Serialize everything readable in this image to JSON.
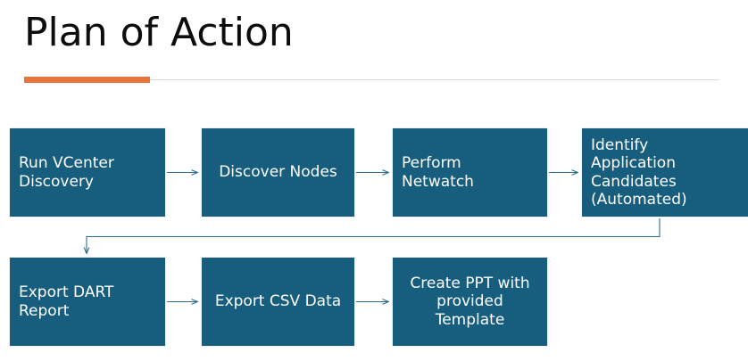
{
  "slide": {
    "title": "Plan of Action",
    "accent_color": "#e8763c",
    "rule_color": "#d9d9d9",
    "title_color": "#0d0d0d",
    "background_color": "#ffffff"
  },
  "diagram": {
    "type": "flowchart",
    "node_fill_color": "#165d7e",
    "node_text_color": "#ffffff",
    "connector_color": "#2e6e8e",
    "nodes": [
      {
        "id": "box-1",
        "label": "Run VCenter\nDiscovery",
        "row": 1,
        "order": 1,
        "align": "left"
      },
      {
        "id": "box-2",
        "label": "Discover Nodes",
        "row": 1,
        "order": 2,
        "align": "center"
      },
      {
        "id": "box-3",
        "label": "Perform\nNetwatch",
        "row": 1,
        "order": 3,
        "align": "left"
      },
      {
        "id": "box-4",
        "label": "Identify\nApplication\nCandidates\n(Automated)",
        "row": 1,
        "order": 4,
        "align": "left"
      },
      {
        "id": "box-5",
        "label": "Export DART\nReport",
        "row": 2,
        "order": 5,
        "align": "left"
      },
      {
        "id": "box-6",
        "label": "Export CSV Data",
        "row": 2,
        "order": 6,
        "align": "center"
      },
      {
        "id": "box-7",
        "label": "Create PPT with\nprovided\nTemplate",
        "row": 2,
        "order": 7,
        "align": "center"
      }
    ],
    "connectors": [
      {
        "id": "arrow-1-2",
        "from": "box-1",
        "to": "box-2",
        "kind": "straight"
      },
      {
        "id": "arrow-2-3",
        "from": "box-2",
        "to": "box-3",
        "kind": "straight"
      },
      {
        "id": "arrow-3-4",
        "from": "box-3",
        "to": "box-4",
        "kind": "straight"
      },
      {
        "id": "arrow-4-5",
        "from": "box-4",
        "to": "box-5",
        "kind": "elbow"
      },
      {
        "id": "arrow-5-6",
        "from": "box-5",
        "to": "box-6",
        "kind": "straight"
      },
      {
        "id": "arrow-6-7",
        "from": "box-6",
        "to": "box-7",
        "kind": "straight"
      }
    ]
  }
}
